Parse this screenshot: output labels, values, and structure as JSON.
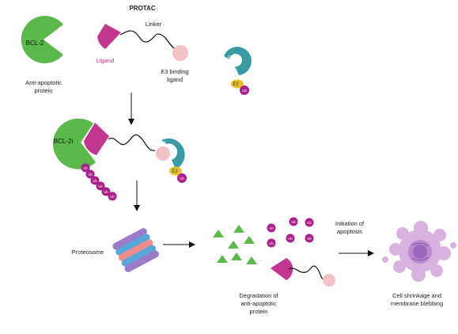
{
  "title": "PROTAC",
  "top": {
    "bcl2_label": "BCL-2",
    "anti_apoptotic": [
      "Anti-apoptotic",
      "protein"
    ],
    "ligand": "Ligand",
    "linker": "Linker",
    "e3_binding": [
      "E3 binding",
      "ligand"
    ],
    "e3": "E3",
    "e2": "E2",
    "ub": "Ub"
  },
  "middle": {
    "bcl2i_label": "BCL-2i",
    "e3": "E3",
    "e2": "E2",
    "ub": "Ub"
  },
  "bottom": {
    "proteosome": "Proteosome",
    "degradation": [
      "Degradation of",
      "anti-apoptotic",
      "protein"
    ],
    "initiation": [
      "Initiation of",
      "apoptosis"
    ],
    "cell_shrinkage": [
      "Cell shrinkage and",
      "membrane blebbing"
    ],
    "ub": "Ub"
  },
  "colors": {
    "bcl2_green": "#5bb84a",
    "ligand_magenta": "#c2368f",
    "e3_teal": "#3a9aa3",
    "e2_yellow": "#e8c02a",
    "ub_purple": "#a8208a",
    "e3_ligand_pink": "#f2c3c5",
    "cell_lilac": "#d9b3e0"
  }
}
